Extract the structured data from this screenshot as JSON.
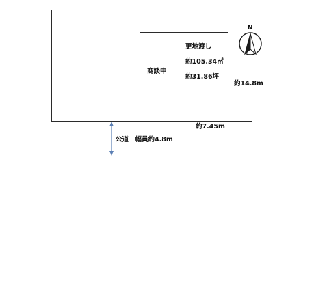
{
  "colors": {
    "line": "#2b2b2b",
    "divider": "#6b8fbf",
    "arrow": "#5b7fb4"
  },
  "icons": {
    "compass": "north-arrow-icon",
    "road_width": "double-headed-arrow-icon"
  },
  "lot_negotiating": {
    "label": "商談中"
  },
  "lot_for_sale": {
    "condition": "更地渡し",
    "area_sqm": "約105.34㎡",
    "area_tsubo": "約31.86坪"
  },
  "dimensions": {
    "depth": "約14.8m",
    "frontage": "約7.45m"
  },
  "road": {
    "label": "公道　幅員約4.8m"
  },
  "compass": {
    "letter": "N"
  }
}
